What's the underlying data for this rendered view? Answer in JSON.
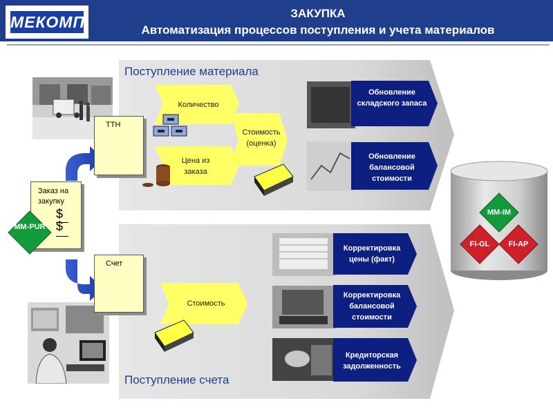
{
  "header": {
    "logo": "МЕКОМП",
    "title": "ЗАКУПКА",
    "subtitle": "Автоматизация процессов поступления и учета материалов"
  },
  "sections": {
    "material_receipt": "Поступление материала",
    "invoice_receipt": "Поступление счета"
  },
  "documents": {
    "ttn": "ТТН",
    "purchase_order": "Заказ на закупку",
    "invoice": "Счет"
  },
  "purchase_module": "MM-PUR",
  "dollar_symbols": "$",
  "tags": {
    "quantity": "Количество",
    "order_price": "Цена из заказа",
    "valuation": "Стоимость (оценка)",
    "cost": "Стоимость"
  },
  "results": {
    "stock_update": "Обновление складского запаса",
    "balance_update": "Обновление балансовой стоимости",
    "price_correction": "Корректировка цены (факт)",
    "balance_correction": "Корректировка балансовой стоимости",
    "payables": "Кредиторская задолженность"
  },
  "database": {
    "mm_im": "MM-IM",
    "fi_gl": "FI-GL",
    "fi_ap": "FI-AP"
  },
  "colors": {
    "header": "#1f3e8c",
    "arrow_blue": "#0d1f80",
    "tag_yellow": "#ffff66",
    "doc_yellow": "#ffffc4",
    "green": "#139a3a",
    "red": "#d0202a",
    "panel_gray": "#d8d8d8"
  }
}
